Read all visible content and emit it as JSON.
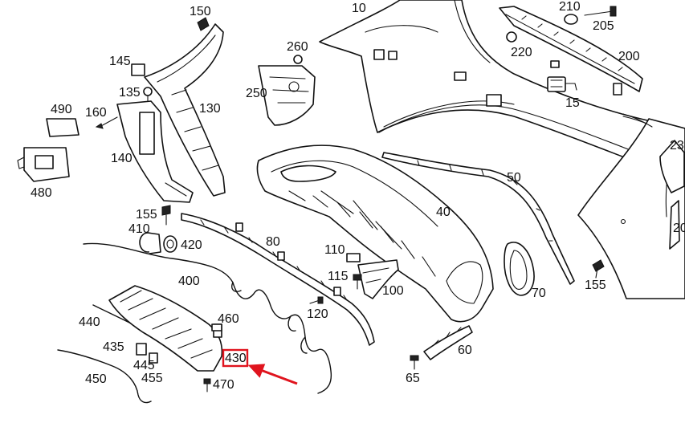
{
  "labels": {
    "l10": "10",
    "l15": "15",
    "l23": "23",
    "l20": "20",
    "l40": "40",
    "l50": "50",
    "l60": "60",
    "l65": "65",
    "l70": "70",
    "l80": "80",
    "l100": "100",
    "l110": "110",
    "l115": "115",
    "l120": "120",
    "l130": "130",
    "l135": "135",
    "l140": "140",
    "l145": "145",
    "l150": "150",
    "l155a": "155",
    "l155b": "155",
    "l160": "160",
    "l200": "200",
    "l205": "205",
    "l210": "210",
    "l220": "220",
    "l250": "250",
    "l260": "260",
    "l400": "400",
    "l410": "410",
    "l420": "420",
    "l430": "430",
    "l435": "435",
    "l440": "440",
    "l445": "445",
    "l450": "450",
    "l455": "455",
    "l460": "460",
    "l470": "470",
    "l480": "480",
    "l490": "490"
  },
  "highlight": {
    "part_number": "430",
    "color": "#e0141e"
  }
}
